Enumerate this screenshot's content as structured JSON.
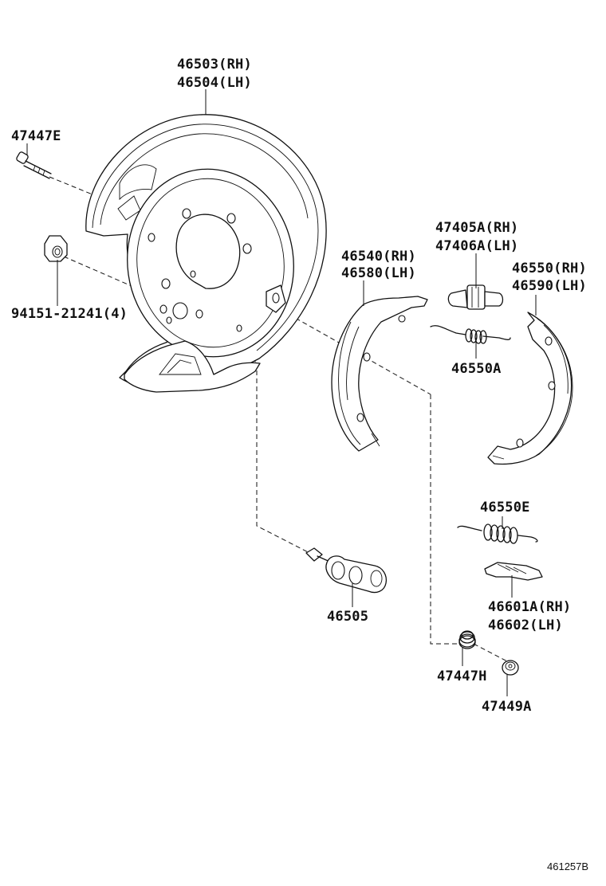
{
  "labels": {
    "backing_plate": [
      "46503(RH)",
      "46504(LH)"
    ],
    "bolt": "47447E",
    "nut": "94151-21241(4)",
    "shoe_front": [
      "46540(RH)",
      "46580(LH)"
    ],
    "adjuster": [
      "47405A(RH)",
      "47406A(LH)"
    ],
    "shoe_rear": [
      "46550(RH)",
      "46590(LH)"
    ],
    "spring_a": "46550A",
    "spring_e": "46550E",
    "lever": [
      "46601A(RH)",
      "46602(LH)"
    ],
    "wheel_cylinder": "46505",
    "hold_spring": "47447H",
    "retainer_cup": "47449A"
  },
  "reference_number": "461257B"
}
